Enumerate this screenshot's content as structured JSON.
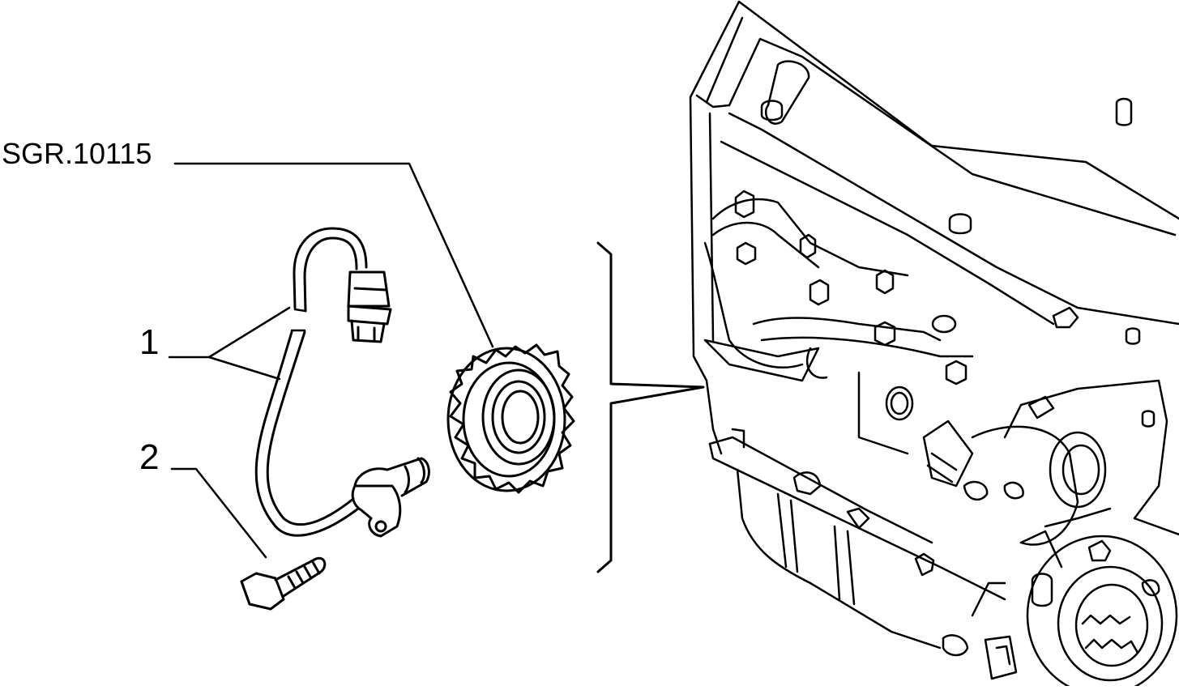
{
  "diagram": {
    "reference_code": "SGR.10115",
    "callouts": [
      {
        "id": "1",
        "label": "1"
      },
      {
        "id": "2",
        "label": "2"
      }
    ],
    "colors": {
      "ink": "#000000",
      "paper": "#ffffff"
    }
  }
}
